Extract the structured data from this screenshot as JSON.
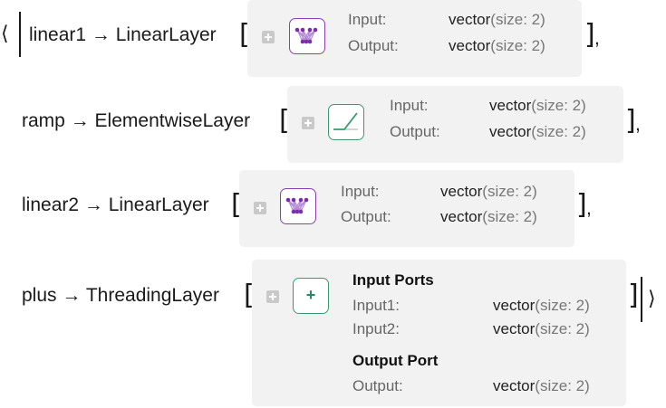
{
  "row1": {
    "name": "linear1",
    "arrow": "→",
    "head": "LinearLayer",
    "icon": "linear-layer-icon",
    "in_label": "Input:",
    "in_val": "vector",
    "in_sub": "(size: 2)",
    "out_label": "Output:",
    "out_val": "vector",
    "out_sub": "(size: 2)",
    "sep": ","
  },
  "row2": {
    "name": "ramp",
    "arrow": "→",
    "head": "ElementwiseLayer",
    "icon": "ramp-icon",
    "in_label": "Input:",
    "in_val": "vector",
    "in_sub": "(size: 2)",
    "out_label": "Output:",
    "out_val": "vector",
    "out_sub": "(size: 2)",
    "sep": ","
  },
  "row3": {
    "name": "linear2",
    "arrow": "→",
    "head": "LinearLayer",
    "icon": "linear-layer-icon",
    "in_label": "Input:",
    "in_val": "vector",
    "in_sub": "(size: 2)",
    "out_label": "Output:",
    "out_val": "vector",
    "out_sub": "(size: 2)",
    "sep": ","
  },
  "row4": {
    "name": "plus",
    "arrow": "→",
    "head": "ThreadingLayer",
    "icon": "plus-icon",
    "icon_glyph": "+",
    "input_ports_title": "Input Ports",
    "in1_label": "Input1:",
    "in1_val": "vector",
    "in1_sub": "(size: 2)",
    "in2_label": "Input2:",
    "in2_val": "vector",
    "in2_sub": "(size: 2)",
    "output_port_title": "Output Port",
    "out_label": "Output:",
    "out_val": "vector",
    "out_sub": "(size: 2)"
  },
  "assoc": {
    "open": "⟨",
    "close": "⟩"
  },
  "colors": {
    "linear_icon": "#8a3fb5",
    "ramp_icon": "#3a9a6e",
    "panel_bg": "#f2f2f2"
  }
}
